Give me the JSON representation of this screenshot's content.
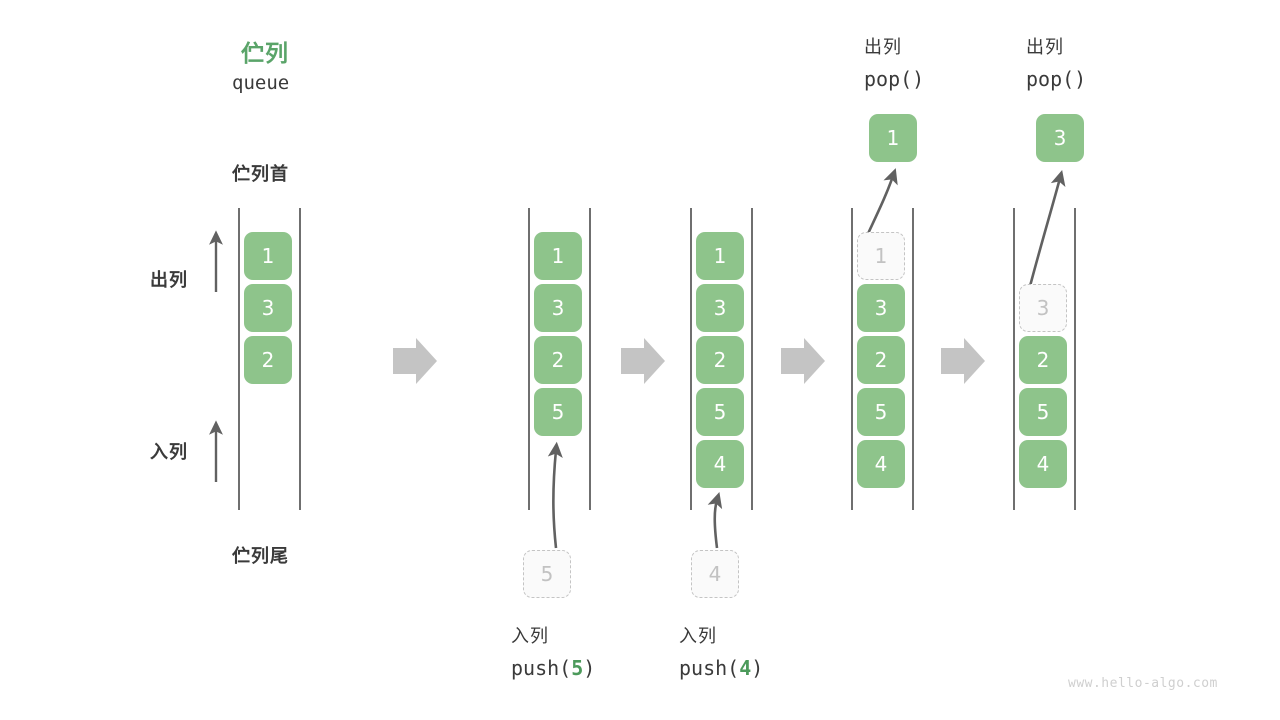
{
  "diagram": {
    "title_cn": "伫列",
    "title_en": "queue",
    "head_label": "伫列首",
    "tail_label": "伫列尾",
    "dequeue_label": "出列",
    "enqueue_label": "入列",
    "watermark": "www.hello-algo.com",
    "colors": {
      "element_fill": "#8ec48b",
      "element_text": "#ffffff",
      "ghost_fill": "#fafafa",
      "ghost_border": "#c4c4c4",
      "ghost_text": "#c2c2c2",
      "rail": "#6f6f6f",
      "arrow": "#616161",
      "step_arrow": "#c4c4c4",
      "title_green": "#5aa469",
      "code_green": "#4c9a5b",
      "text_dark": "#3a3a3a",
      "watermark": "#cfcfcf"
    }
  },
  "states": [
    {
      "name": "initial",
      "elements": [
        "1",
        "3",
        "2"
      ],
      "ghost_index": null,
      "caption_cn": null,
      "caption_code": null
    },
    {
      "name": "after-push-5",
      "elements": [
        "1",
        "3",
        "2",
        "5"
      ],
      "ghost_index": null,
      "caption_cn": "入列",
      "caption_code": "push(5)",
      "caption_arg": "5",
      "incoming_value": "5"
    },
    {
      "name": "after-push-4",
      "elements": [
        "1",
        "3",
        "2",
        "5",
        "4"
      ],
      "ghost_index": null,
      "caption_cn": "入列",
      "caption_code": "push(4)",
      "caption_arg": "4",
      "incoming_value": "4"
    },
    {
      "name": "after-pop-1",
      "elements": [
        "1",
        "3",
        "2",
        "5",
        "4"
      ],
      "ghost_index": 0,
      "caption_cn": "出列",
      "caption_code": "pop()",
      "popped_value": "1"
    },
    {
      "name": "after-pop-3",
      "elements": [
        "3",
        "2",
        "5",
        "4"
      ],
      "ghost_index": 0,
      "caption_cn": "出列",
      "caption_code": "pop()",
      "popped_value": "3"
    }
  ],
  "step_arrows": [
    {
      "name": "step-arrow-1"
    },
    {
      "name": "step-arrow-2"
    },
    {
      "name": "step-arrow-3"
    },
    {
      "name": "step-arrow-4"
    }
  ]
}
